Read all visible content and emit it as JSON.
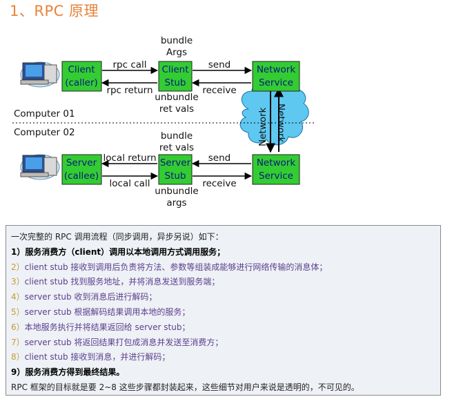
{
  "heading": "1、RPC 原理",
  "diagram": {
    "client_box": [
      "Client",
      "(caller)"
    ],
    "client_stub_box": [
      "Client",
      "Stub"
    ],
    "network_top_box": [
      "Network",
      "Service"
    ],
    "server_box": [
      "Server",
      "(callee)"
    ],
    "server_stub_box": [
      "Server",
      "Stub"
    ],
    "network_bottom_box": [
      "Network",
      "Service"
    ],
    "label_bundle_args": [
      "bundle",
      "Args"
    ],
    "label_rpc_call": "rpc call",
    "label_rpc_return": "rpc return",
    "label_send_top": "send",
    "label_receive_top": "receive",
    "label_unbundle_ret": [
      "unbundle",
      "ret vals"
    ],
    "label_computer01": "Computer 01",
    "label_computer02": "Computer 02",
    "label_bundle_ret": [
      "bundle",
      "ret vals"
    ],
    "label_local_return": "local return",
    "label_local_call": "local call",
    "label_send_bottom": "send",
    "label_receive_bottom": "receive",
    "label_unbundle_args": [
      "unbundle",
      "args"
    ],
    "cloud_label_left": "Network",
    "cloud_label_right": "Network",
    "colors": {
      "box_fill": "#33cc33",
      "box_text": "#0a1a7a",
      "cloud": "#5ec8f0",
      "heading": "#e8833a"
    },
    "icons": [
      "computer-icon",
      "computer-icon"
    ]
  },
  "panel": {
    "intro": "一次完整的 RPC 调用流程（同步调用，异步另说）如下：",
    "step1": "1）服务消费方（client）调用以本地调用方式调用服务；",
    "steps": [
      {
        "num": "2）",
        "text": "client stub 接收到调用后负责将方法、参数等组装成能够进行网络传输的消息体；"
      },
      {
        "num": "3）",
        "text": "client stub 找到服务地址，并将消息发送到服务端；"
      },
      {
        "num": "4）",
        "text": "server stub 收到消息后进行解码；"
      },
      {
        "num": "5）",
        "text": "server stub 根据解码结果调用本地的服务；"
      },
      {
        "num": "6）",
        "text": "本地服务执行并将结果返回给 server stub；"
      },
      {
        "num": "7）",
        "text": "server stub 将返回结果打包成消息并发送至消费方；"
      },
      {
        "num": "8）",
        "text": "client stub 接收到消息，并进行解码；"
      }
    ],
    "step9": "9）服务消费方得到最终结果。",
    "summary": "RPC 框架的目标就是要 2~8 这些步骤都封装起来，这些细节对用户来说是透明的，不可见的。"
  }
}
